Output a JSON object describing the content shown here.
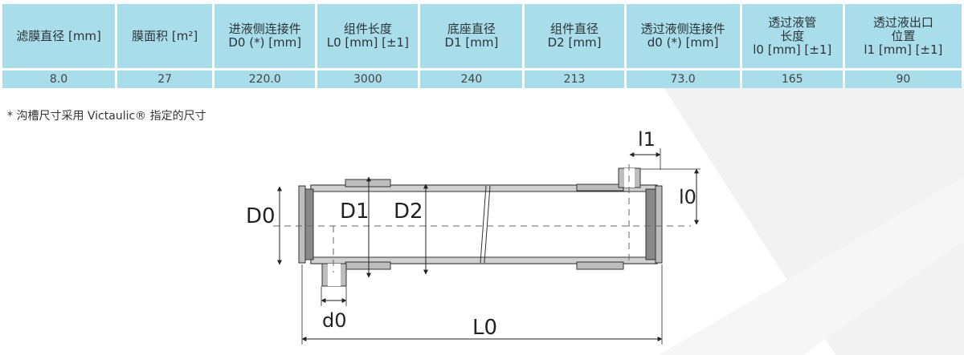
{
  "table": {
    "headers": [
      {
        "lines": [
          "滤膜直径 [mm]"
        ]
      },
      {
        "lines": [
          "膜面积 [m²]"
        ]
      },
      {
        "lines": [
          "进液侧连接件",
          "D0 (*) [mm]"
        ]
      },
      {
        "lines": [
          "组件长度",
          "L0 [mm] [±1]"
        ]
      },
      {
        "lines": [
          "底座直径",
          "D1 [mm]"
        ]
      },
      {
        "lines": [
          "组件直径",
          "D2 [mm]"
        ]
      },
      {
        "lines": [
          "透过液侧连接件",
          "d0 (*) [mm]"
        ]
      },
      {
        "lines": [
          "透过液管",
          "长度",
          "l0 [mm] [±1]"
        ]
      },
      {
        "lines": [
          "透过液出口",
          "位置",
          "l1 [mm] [±1]"
        ]
      }
    ],
    "rows": [
      [
        "8.0",
        "27",
        "220.0",
        "3000",
        "240",
        "213",
        "73.0",
        "165",
        "90"
      ]
    ]
  },
  "footnote": "* 沟槽尺寸采用 Victaulic® 指定的尺寸",
  "diagram": {
    "labels": {
      "D0": "D0",
      "D1": "D1",
      "D2": "D2",
      "d0": "d0",
      "L0": "L0",
      "l0": "l0",
      "l1": "l1"
    }
  },
  "colors": {
    "header_bg": "#a8dde9",
    "pipe_fill": "#d9d9d9",
    "cap_fill": "#8a8a8a",
    "line": "#333333"
  }
}
